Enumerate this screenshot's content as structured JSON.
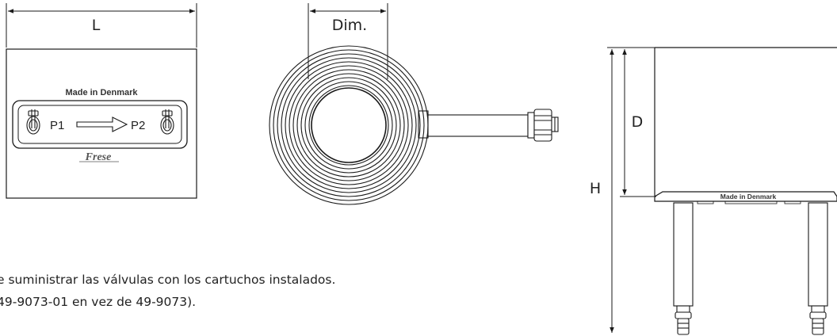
{
  "dimensions": {
    "length_label": "L",
    "diameter_label": "Dim.",
    "depth_label": "D",
    "height_label": "H"
  },
  "label_plate": {
    "made_in": "Made  in  Denmark",
    "port_in": "P1",
    "port_out": "P2",
    "brand": "Frese"
  },
  "side_plate": {
    "made_in": "Made  in  Denmark"
  },
  "notes": {
    "line1": "e suministrar las válvulas con los cartuchos instalados.",
    "line2": "49-9073-01 en vez de 49-9073)."
  },
  "colors": {
    "line": "#1a1a1a",
    "background": "#ffffff"
  }
}
